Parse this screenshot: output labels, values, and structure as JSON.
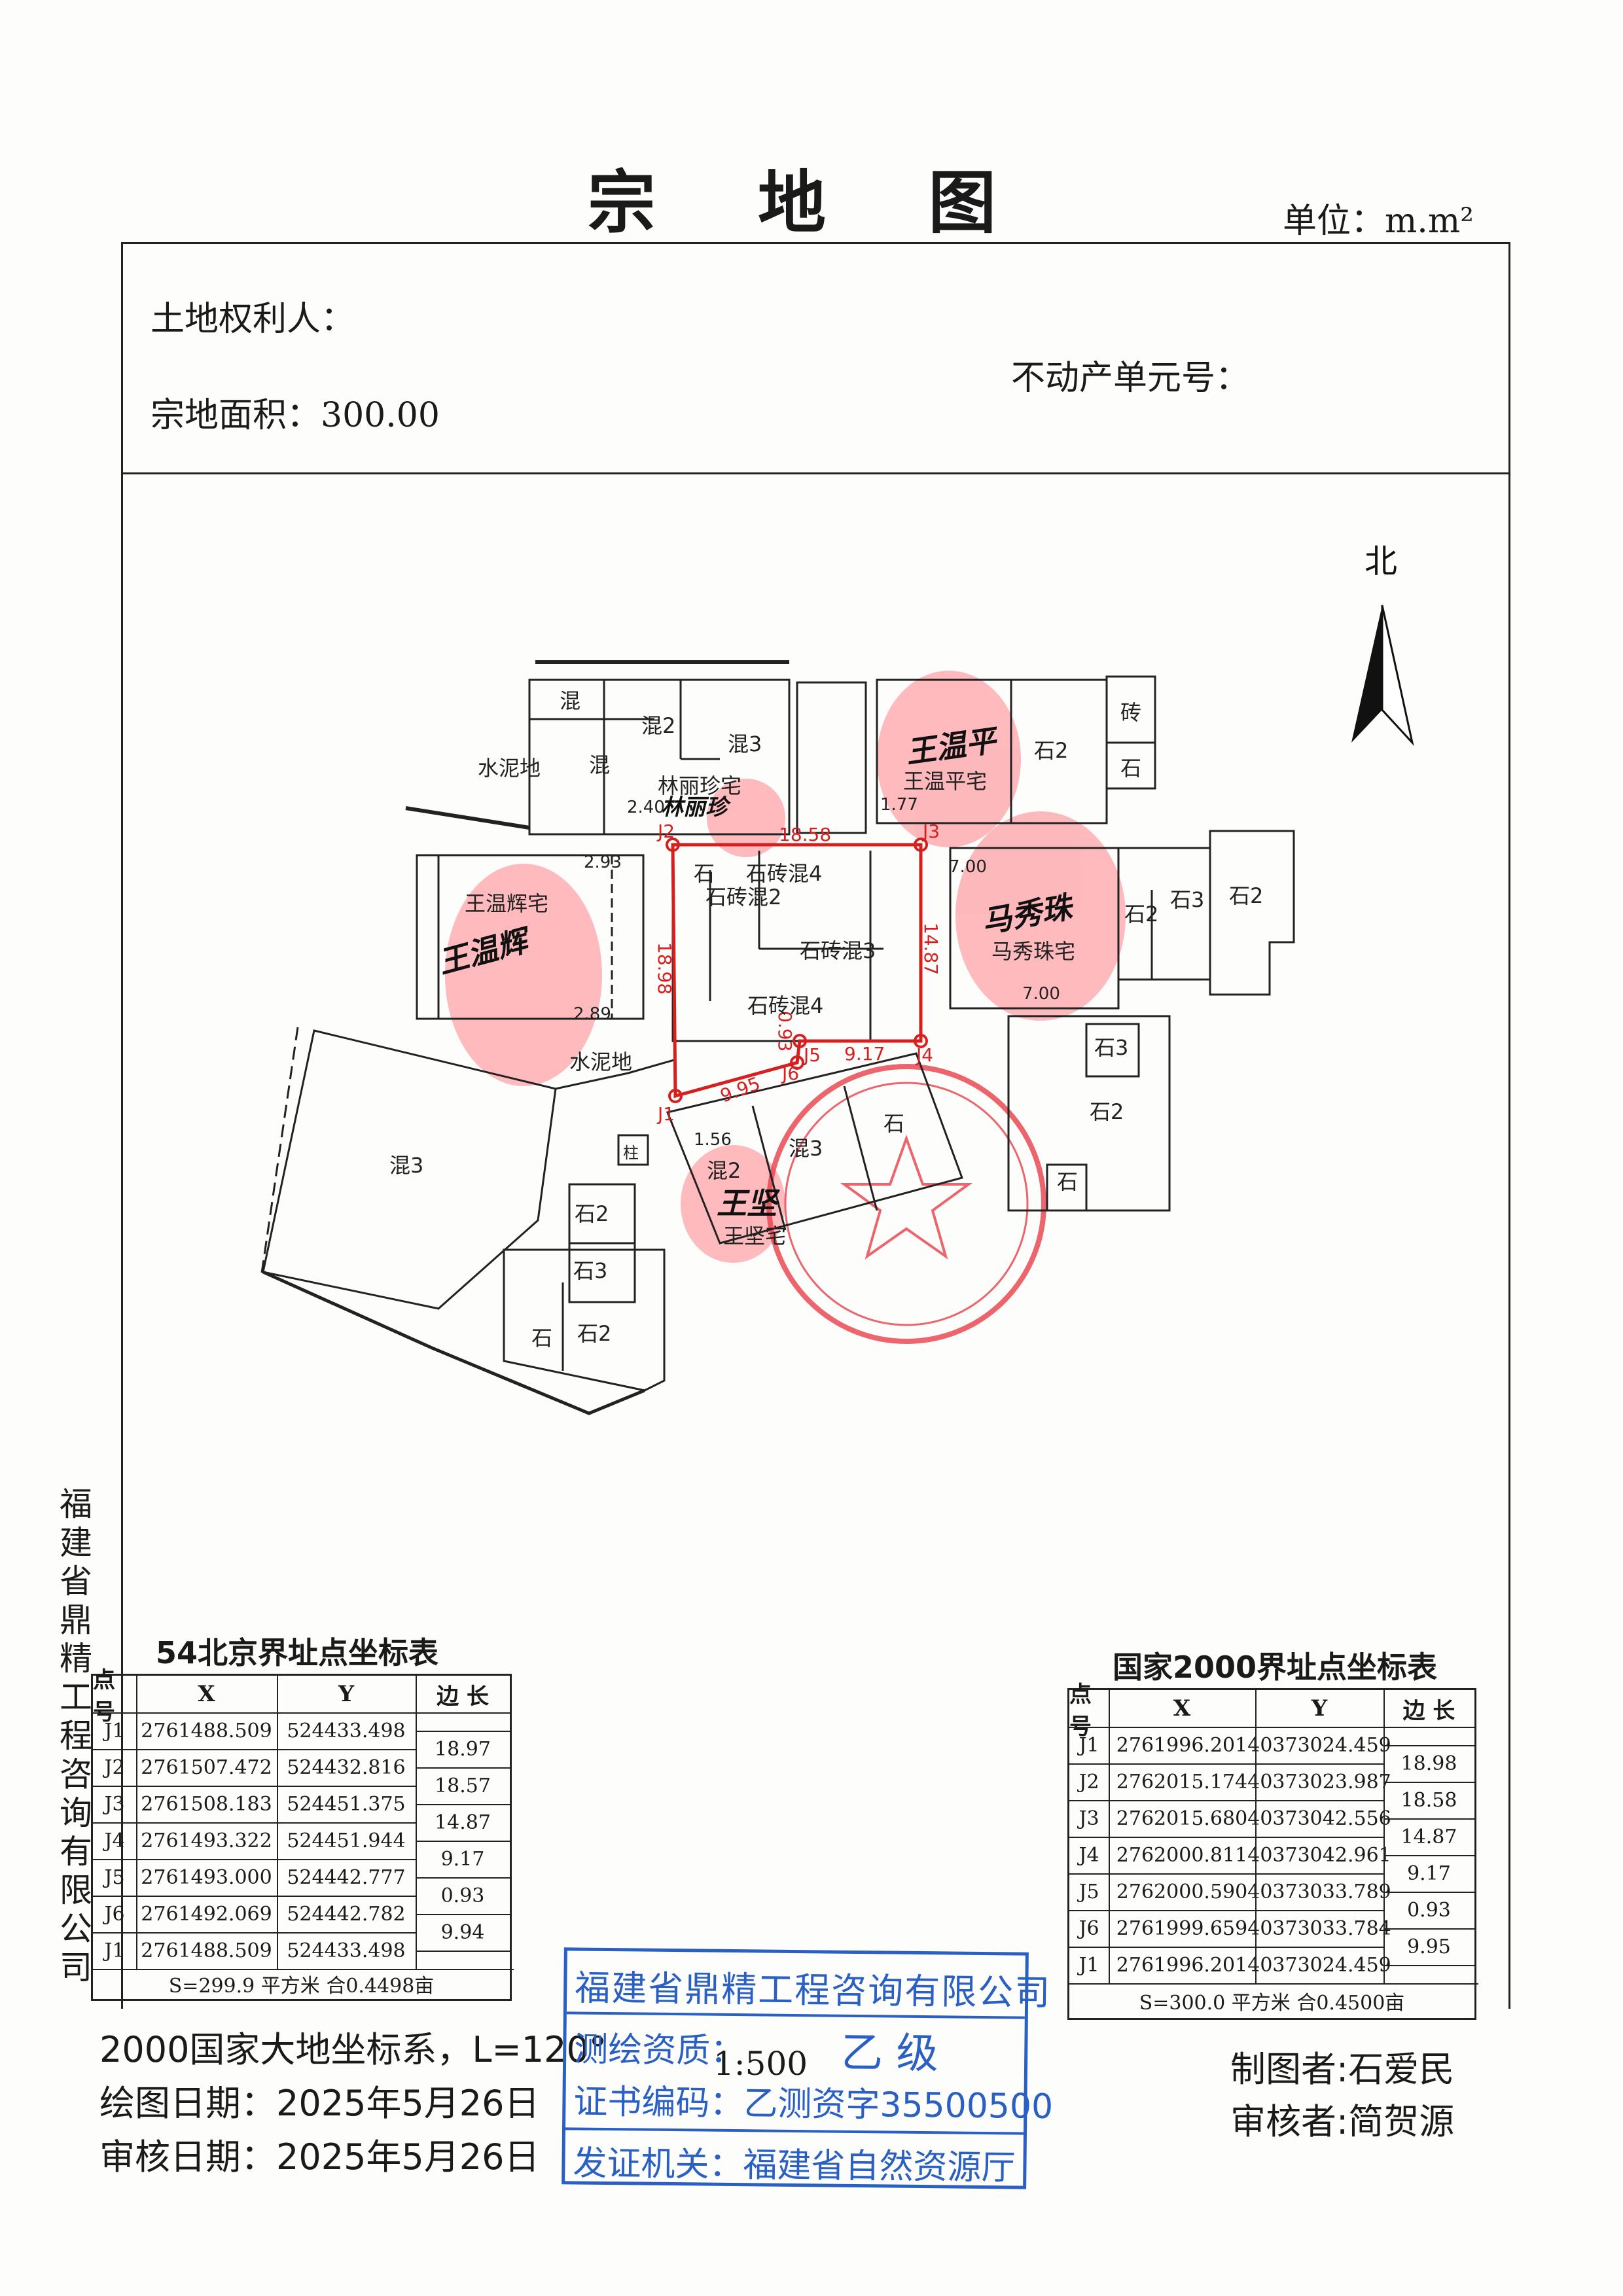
{
  "header": {
    "title": "宗 地 图",
    "unit": "单位：m.m²",
    "owner_label": "土地权利人：",
    "unit_no_label": "不动产单元号：",
    "area_label": "宗地面积：300.00"
  },
  "map": {
    "north": "北",
    "points": [
      "J1",
      "J2",
      "J3",
      "J4",
      "J5",
      "J6"
    ],
    "edges": {
      "j2_j3": "18.58",
      "j1_j2": "18.98",
      "j3_j4": "14.87",
      "j4_j5": "9.17",
      "j5_j6": "0.93",
      "j6_j1": "9.95"
    },
    "dims": [
      "2.40",
      "1.77",
      "2.93",
      "2.89",
      "7.00",
      "7.00",
      "1.56"
    ],
    "labels": {
      "hun": "混",
      "hun2": "混2",
      "hun3": "混3",
      "shuinidi": "水泥地",
      "lin": "林丽珍宅",
      "wwp": "王温平宅",
      "shi2": "石2",
      "zhuan": "砖",
      "shi": "石",
      "shi3": "石3",
      "wwh": "王温辉宅",
      "szh4": "石砖混4",
      "szh2": "石砖混2",
      "szh3": "石砖混3",
      "mxz": "马秀珠宅",
      "wj": "王坚宅",
      "zhu": "柱"
    },
    "signatures": [
      "王温平",
      "林丽珍",
      "王温辉",
      "马秀珠",
      "王坚"
    ]
  },
  "side_text": "福建省鼎精工程咨询有限公司",
  "table54": {
    "title": "54北京界址点坐标表",
    "headers": [
      "点 号",
      "X",
      "Y",
      "边 长"
    ],
    "rows": [
      [
        "J1",
        "2761488.509",
        "524433.498"
      ],
      [
        "J2",
        "2761507.472",
        "524432.816"
      ],
      [
        "J3",
        "2761508.183",
        "524451.375"
      ],
      [
        "J4",
        "2761493.322",
        "524451.944"
      ],
      [
        "J5",
        "2761493.000",
        "524442.777"
      ],
      [
        "J6",
        "2761492.069",
        "524442.782"
      ],
      [
        "J1",
        "2761488.509",
        "524433.498"
      ]
    ],
    "edges": [
      "18.97",
      "18.57",
      "14.87",
      "9.17",
      "0.93",
      "9.94"
    ],
    "summary": "S=299.9 平方米 合0.4498亩"
  },
  "table2000": {
    "title": "国家2000界址点坐标表",
    "headers": [
      "点 号",
      "X",
      "Y",
      "边 长"
    ],
    "rows": [
      [
        "J1",
        "2761996.201",
        "40373024.459"
      ],
      [
        "J2",
        "2762015.174",
        "40373023.987"
      ],
      [
        "J3",
        "2762015.680",
        "40373042.556"
      ],
      [
        "J4",
        "2762000.811",
        "40373042.961"
      ],
      [
        "J5",
        "2762000.590",
        "40373033.789"
      ],
      [
        "J6",
        "2761999.659",
        "40373033.784"
      ],
      [
        "J1",
        "2761996.201",
        "40373024.459"
      ]
    ],
    "edges": [
      "18.98",
      "18.58",
      "14.87",
      "9.17",
      "0.93",
      "9.95"
    ],
    "summary": "S=300.0 平方米 合0.4500亩"
  },
  "footer": {
    "coord_system": "2000国家大地坐标系，L=120°",
    "draw_date": "绘图日期：2025年5月26日",
    "review_date": "审核日期：2025年5月26日",
    "scale": "1:500",
    "drafter": "制图者:石爱民",
    "reviewer": "审核者:简贺源"
  },
  "stamp": {
    "company": "福建省鼎精工程咨询有限公司",
    "qual_label": "测绘资质：",
    "qual_value": "乙 级",
    "cert": "证书编码：乙测资字35500500",
    "issuer": "发证机关：福建省自然资源厅"
  },
  "colors": {
    "boundary": "#d62020",
    "stamp_blue": "#2a5fc4",
    "seal_red": "#e8404a"
  }
}
